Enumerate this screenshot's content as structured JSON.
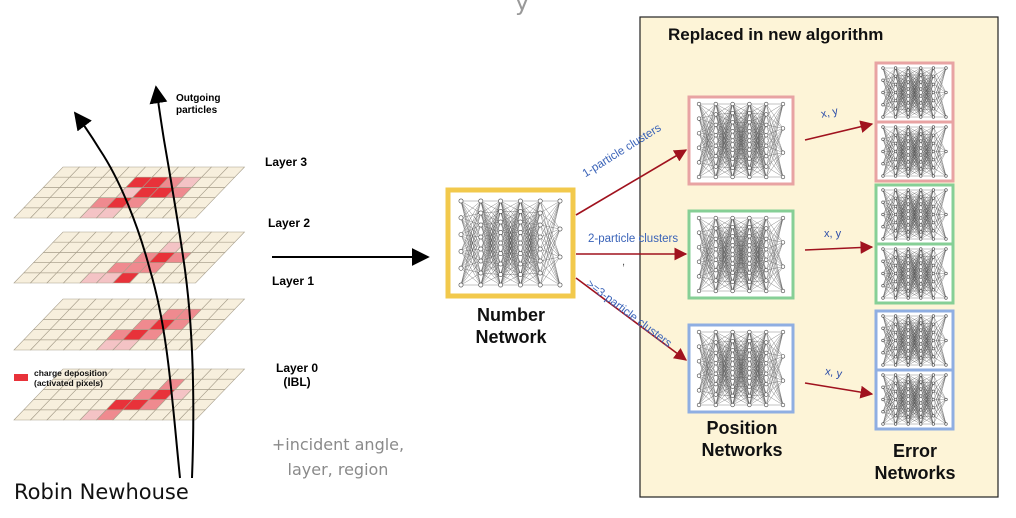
{
  "header_fragment": "y",
  "detector": {
    "outgoing_label": "Outgoing\nparticles",
    "layers": [
      {
        "label": "Layer 3"
      },
      {
        "label": "Layer 2"
      },
      {
        "label": "Layer 1"
      },
      {
        "label": "Layer 0\n(IBL)"
      }
    ],
    "legend": {
      "text": "charge deposition\n(activated pixels)",
      "color": "#e8323a"
    }
  },
  "side_note": "+incident angle,\nlayer, region",
  "author": "Robin Newhouse",
  "number_network": {
    "label": "Number\nNetwork",
    "border_color": "#f2c94c"
  },
  "branches": [
    {
      "label": "1-particle clusters",
      "color": "#e8a3a3",
      "output": "x, y"
    },
    {
      "label": "2-particle clusters",
      "color": "#86cf96",
      "output": "x, y"
    },
    {
      "label": ">=3-particle clusters",
      "color": "#8faee2",
      "output": "x, y"
    }
  ],
  "stray_mark": ",",
  "panel": {
    "title": "Replaced in new algorithm",
    "background": "#fdf4d7",
    "position_label": "Position\nNetworks",
    "error_label": "Error\nNetworks"
  },
  "colors": {
    "arrow_red": "#a0121e",
    "arrow_black": "#000000",
    "label_blue": "#3a63b8"
  }
}
